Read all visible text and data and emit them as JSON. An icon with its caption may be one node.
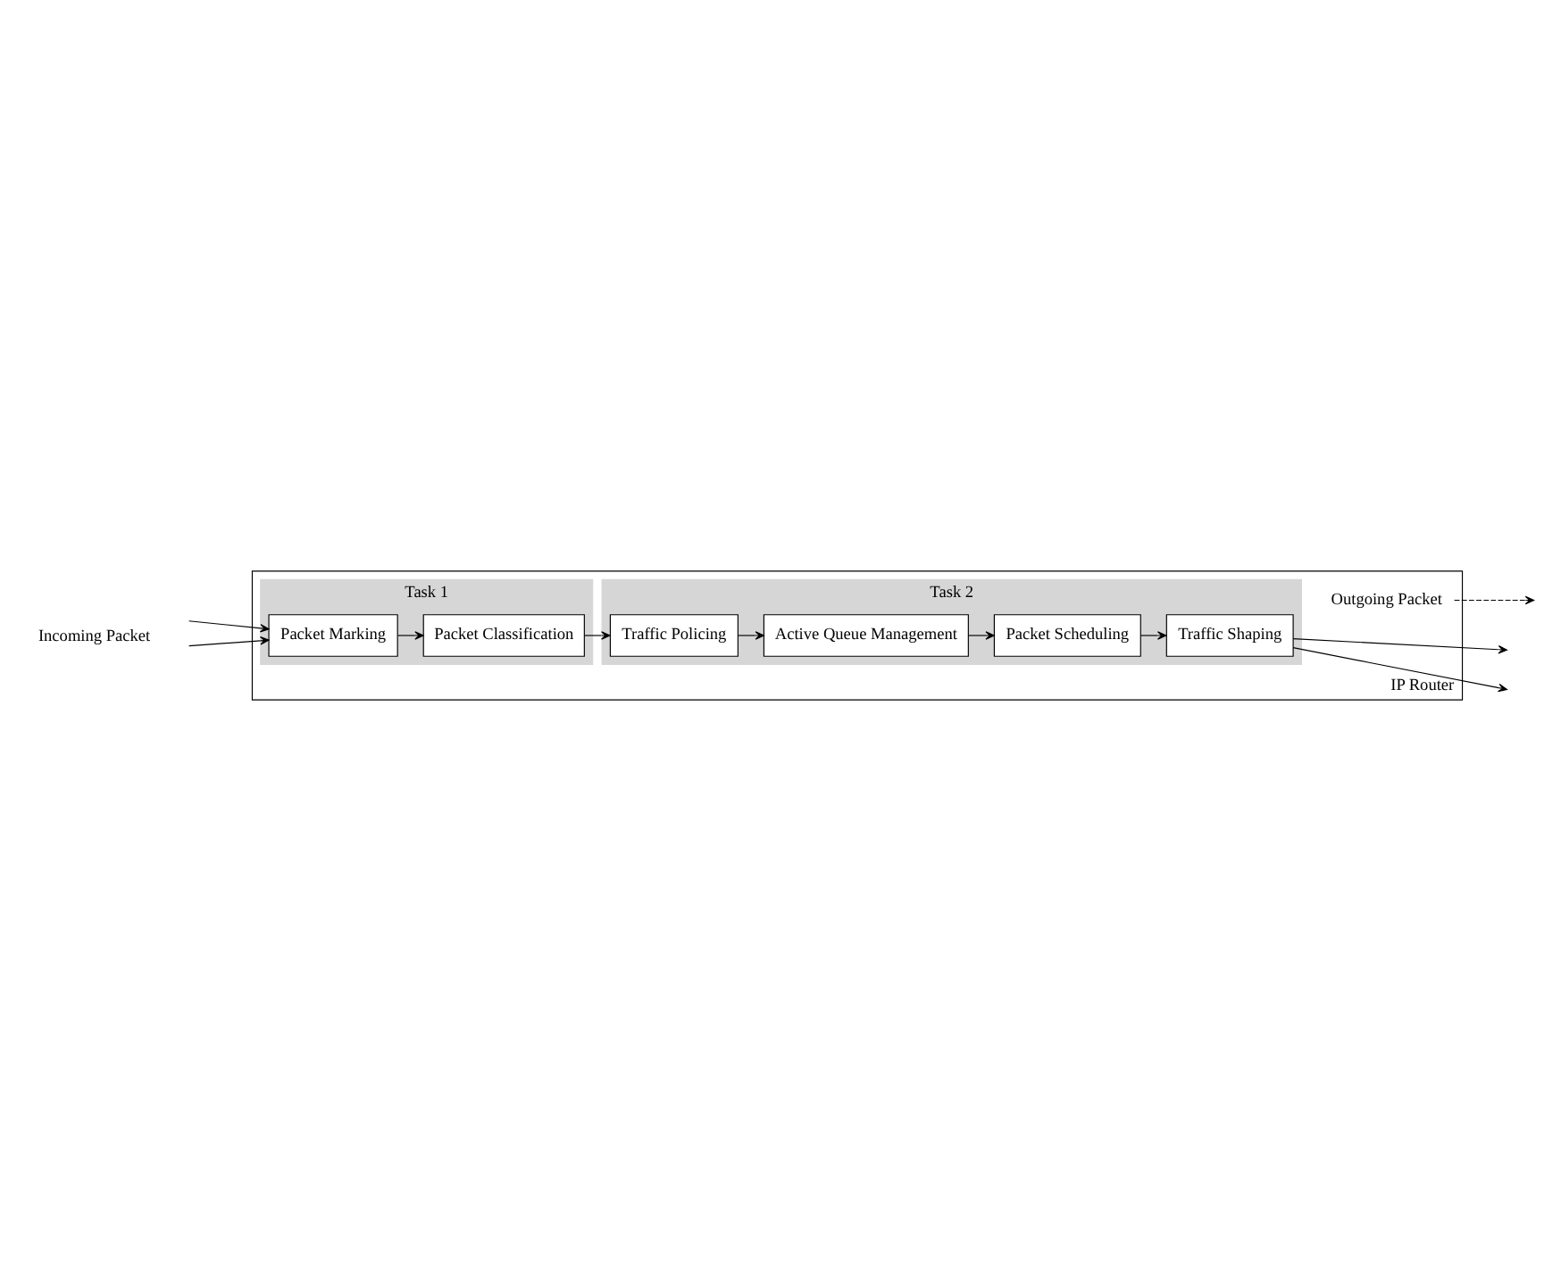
{
  "diagram": {
    "nodes": [
      {
        "text": [
          "IP Router"
        ]
      },
      {
        "text": [
          "Task 1"
        ],
        "in": 0
      },
      {
        "text": [
          "Packet Marking"
        ],
        "in": 1
      },
      {
        "text": [
          "Packet Classification"
        ],
        "in": 1
      },
      {
        "text": [
          "Task 2"
        ],
        "in": 0
      },
      {
        "text": [
          "Traffic Policing"
        ],
        "in": 4
      },
      {
        "text": [
          "Active Queue Management"
        ],
        "in": 4
      },
      {
        "text": [
          "Packet Scheduling"
        ],
        "in": 4
      },
      {
        "text": [
          "Traffic Shaping"
        ],
        "in": 4
      },
      {
        "text": [
          "Outgoing Packet"
        ],
        "in": 0
      }
    ],
    "edges": [
      {
        "from": null,
        "to": 2,
        "arrow": "to"
      },
      {
        "from": null,
        "to": 2,
        "arrow": "to"
      },
      {
        "from": 2,
        "to": 3,
        "arrow": "to"
      },
      {
        "from": 3,
        "to": 5,
        "arrow": "to"
      },
      {
        "from": 5,
        "to": 6,
        "arrow": "to"
      },
      {
        "from": 6,
        "to": 7,
        "arrow": "to"
      },
      {
        "from": 7,
        "to": 8,
        "arrow": "to"
      },
      {
        "from": 8,
        "to": null,
        "arrow": "to"
      },
      {
        "from": 8,
        "to": null,
        "arrow": "to"
      },
      {
        "from": 9,
        "to": null,
        "arrow": "to",
        "style": "dashed"
      }
    ],
    "labels": [
      "Incoming Packet"
    ]
  }
}
